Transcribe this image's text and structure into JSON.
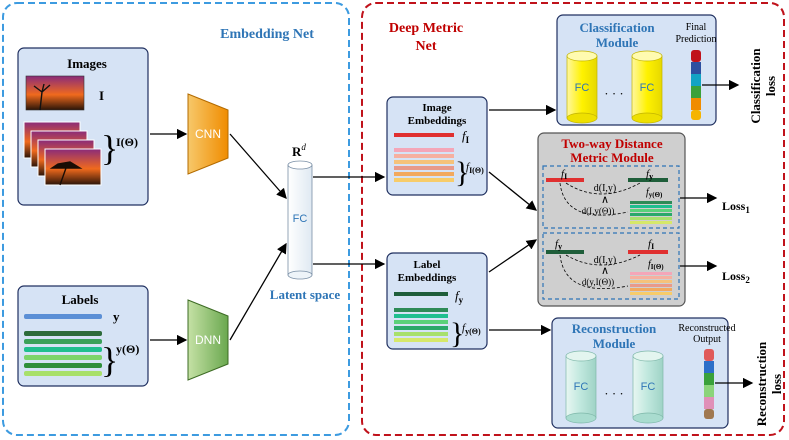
{
  "colors": {
    "embedding_border": "#3d9be0",
    "metric_border": "#c0121b",
    "panel_fill": "#d6e3f5",
    "panel_stroke": "#203060",
    "heading_blue": "#2e75b6",
    "heading_red": "#c00000",
    "cnn_fill": "#f5a623",
    "dnn_fill": "#8bc34a",
    "fc_yellow": "#fff200",
    "fc_cyan": "#bfe7dd"
  },
  "embedding_net": {
    "title": "Embedding Net",
    "images_title": "Images",
    "images_symbol": "I",
    "images_set_symbol": "I(Θ)",
    "labels_title": "Labels",
    "labels_symbol": "y",
    "labels_set_symbol": "y(Θ)",
    "cnn_label": "CNN",
    "dnn_label": "DNN",
    "fc_label": "FC",
    "space_symbol": "R",
    "space_superscript": "d",
    "latent_label": "Latent space"
  },
  "deep_metric_net": {
    "title_line1": "Deep Metric",
    "title_line2": "Net",
    "image_embeddings_line1": "Image",
    "image_embeddings_line2": "Embeddings",
    "f_I": "f",
    "f_I_sub": "I",
    "f_I_theta": "f",
    "f_I_theta_sub": "I(Θ)",
    "label_embeddings_line1": "Label",
    "label_embeddings_line2": "Embeddings",
    "f_y": "f",
    "f_y_sub": "y",
    "f_y_theta": "f",
    "f_y_theta_sub": "y(Θ)",
    "classification_title_line1": "Classification",
    "classification_title_line2": "Module",
    "final_prediction_line1": "Final",
    "final_prediction_line2": "Prediction",
    "fc_label": "FC",
    "dots": "· · ·",
    "classification_loss_line1": "Classification",
    "classification_loss_line2": "loss",
    "metric_title_line1": "Two-way Distance",
    "metric_title_line2": "Metric Module",
    "d_I_y": "d(I,y)",
    "d_I_ytheta": "d(I,y(Θ))",
    "d_y_I": "d(I,y)",
    "d_y_Itheta": "d(y,I(Θ))",
    "wedge": "∧",
    "loss1": "Loss",
    "loss1_sub": "1",
    "loss2": "Loss",
    "loss2_sub": "2",
    "reconstruction_title_line1": "Reconstruction",
    "reconstruction_title_line2": "Module",
    "reconstructed_output_line1": "Reconstructed",
    "reconstructed_output_line2": "Output",
    "reconstruction_loss_line1": "Reconstruction",
    "reconstruction_loss_line2": "loss"
  }
}
